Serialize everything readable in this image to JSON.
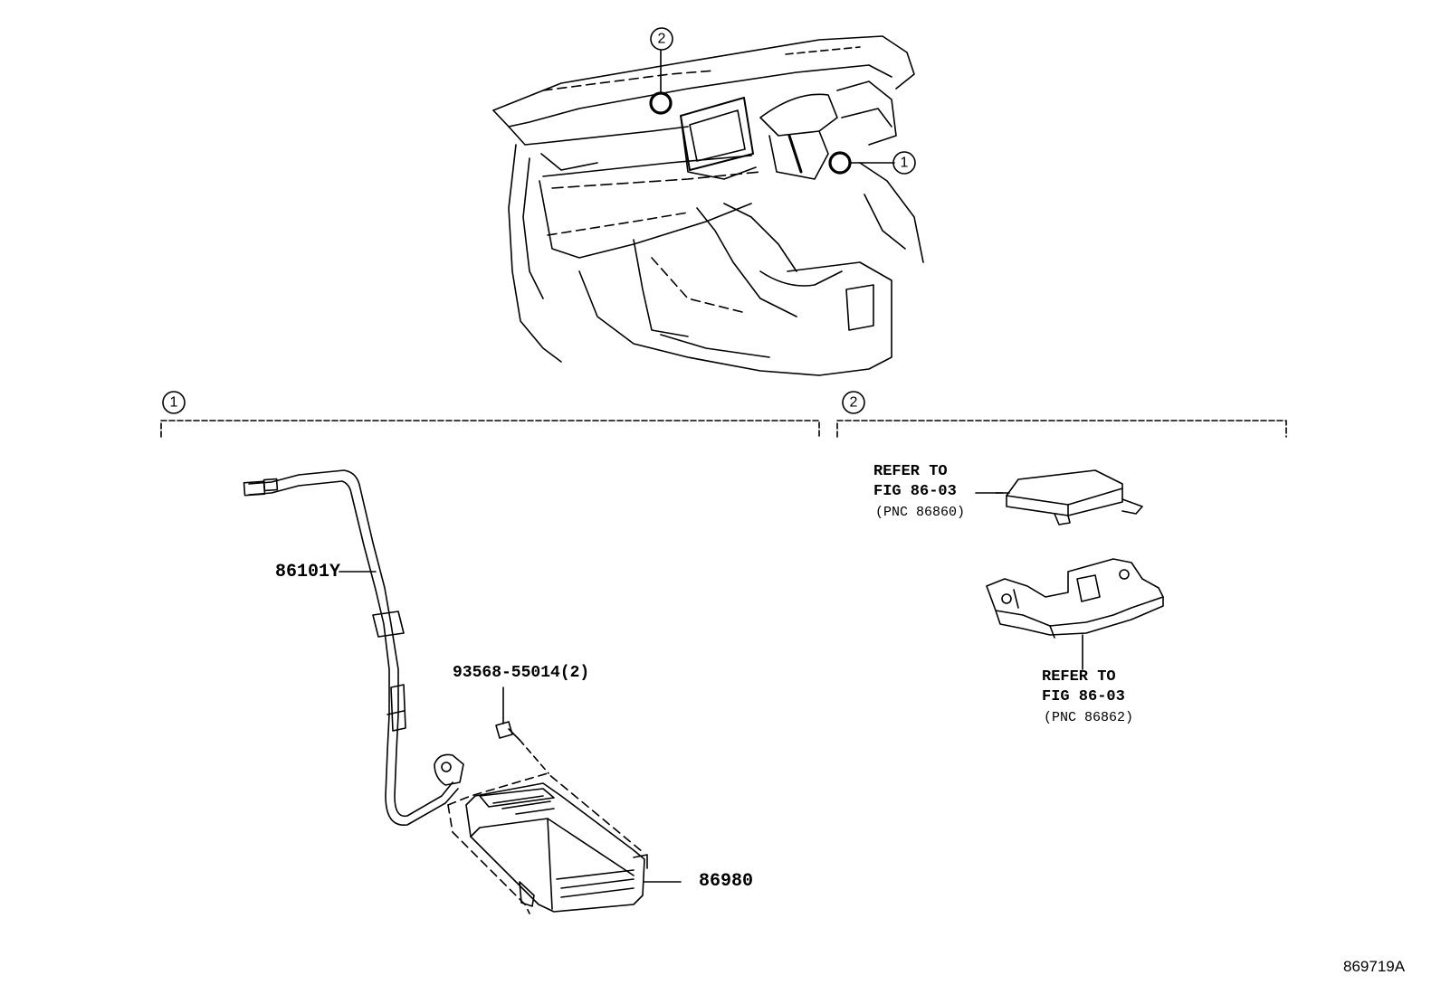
{
  "callouts": {
    "one": "1",
    "two": "2"
  },
  "parts": {
    "harness": "86101Y",
    "screw": "93568-55014(2)",
    "module": "86980"
  },
  "references": [
    {
      "line1": "REFER TO",
      "line2": "FIG 86-03",
      "line3": "(PNC 86860)"
    },
    {
      "line1": "REFER TO",
      "line2": "FIG 86-03",
      "line3": "(PNC 86862)"
    }
  ],
  "diagram_code": "869719A"
}
